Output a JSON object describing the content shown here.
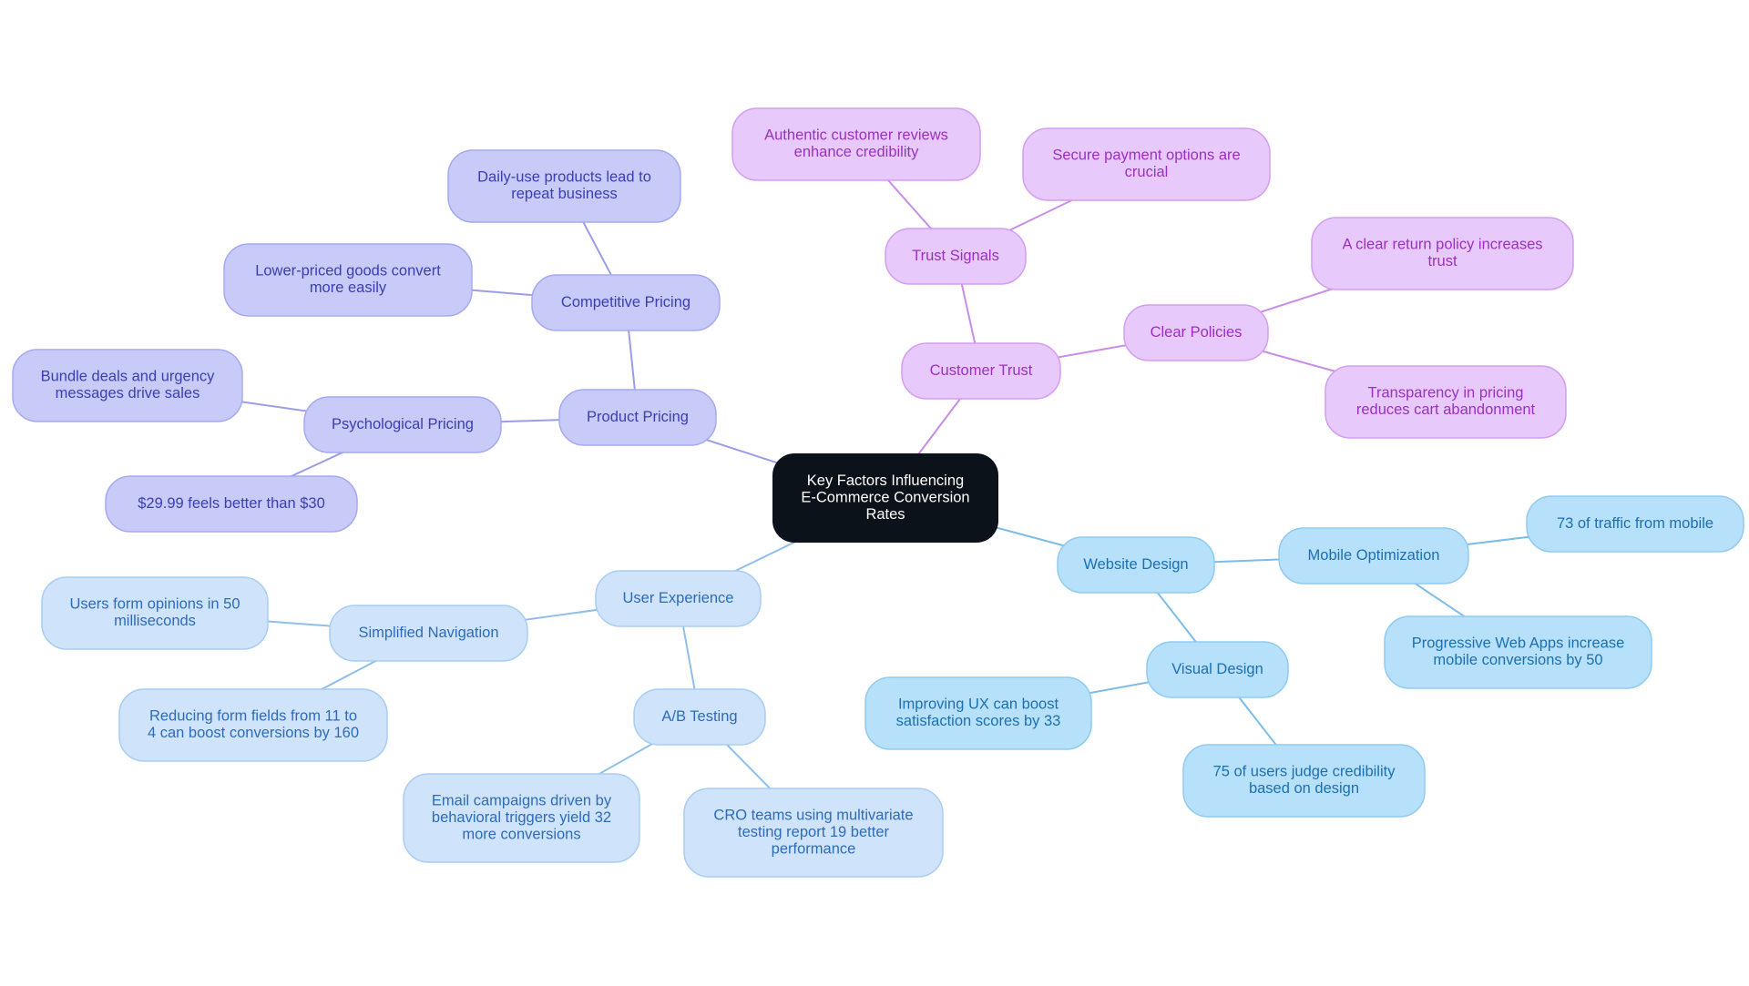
{
  "colors": {
    "root_fill": "#0b1219",
    "root_text": "#ffffff",
    "pricing": {
      "fill": "#c8caf8",
      "stroke": "#a6a9f0",
      "text": "#3b3fb0",
      "edge": "#9a9ee8"
    },
    "trust": {
      "fill": "#e7c9fb",
      "stroke": "#d49df4",
      "text": "#9b30c2",
      "edge": "#c98ce8"
    },
    "ux": {
      "fill": "#cfe3fb",
      "stroke": "#a9cdf3",
      "text": "#2d6cb8",
      "edge": "#8fbfe8"
    },
    "design": {
      "fill": "#b7e0fb",
      "stroke": "#8fcbf1",
      "text": "#1d70b0",
      "edge": "#7bbde8"
    }
  },
  "root": {
    "label": [
      "Key Factors Influencing",
      "E-Commerce Conversion",
      "Rates"
    ]
  },
  "branches": [
    {
      "id": "pricing",
      "label": [
        "Product Pricing"
      ],
      "children": [
        {
          "id": "competitive",
          "label": [
            "Competitive Pricing"
          ],
          "children": [
            {
              "id": "daily",
              "label": [
                "Daily-use products lead to",
                "repeat business"
              ]
            },
            {
              "id": "lower",
              "label": [
                "Lower-priced goods convert",
                "more easily"
              ]
            }
          ]
        },
        {
          "id": "psych",
          "label": [
            "Psychological Pricing"
          ],
          "children": [
            {
              "id": "bundle",
              "label": [
                "Bundle deals and urgency",
                "messages drive sales"
              ]
            },
            {
              "id": "price2999",
              "label": [
                "$29.99 feels better than $30"
              ]
            }
          ]
        }
      ]
    },
    {
      "id": "trust",
      "label": [
        "Customer Trust"
      ],
      "children": [
        {
          "id": "signals",
          "label": [
            "Trust Signals"
          ],
          "children": [
            {
              "id": "reviews",
              "label": [
                "Authentic customer reviews",
                "enhance credibility"
              ]
            },
            {
              "id": "payment",
              "label": [
                "Secure payment options are",
                "crucial"
              ]
            }
          ]
        },
        {
          "id": "policies",
          "label": [
            "Clear Policies"
          ],
          "children": [
            {
              "id": "return",
              "label": [
                "A clear return policy increases",
                "trust"
              ]
            },
            {
              "id": "transparency",
              "label": [
                "Transparency in pricing",
                "reduces cart abandonment"
              ]
            }
          ]
        }
      ]
    },
    {
      "id": "ux",
      "label": [
        "User Experience"
      ],
      "children": [
        {
          "id": "nav",
          "label": [
            "Simplified Navigation"
          ],
          "children": [
            {
              "id": "opinions",
              "label": [
                "Users form opinions in 50",
                "milliseconds"
              ]
            },
            {
              "id": "formfields",
              "label": [
                "Reducing form fields from 11 to",
                "4 can boost conversions by 160"
              ]
            }
          ]
        },
        {
          "id": "ab",
          "label": [
            "A/B Testing"
          ],
          "children": [
            {
              "id": "email",
              "label": [
                "Email campaigns driven by",
                "behavioral triggers yield 32",
                "more conversions"
              ]
            },
            {
              "id": "cro",
              "label": [
                "CRO teams using multivariate",
                "testing report 19 better",
                "performance"
              ]
            }
          ]
        }
      ]
    },
    {
      "id": "design",
      "label": [
        "Website Design"
      ],
      "children": [
        {
          "id": "mobile",
          "label": [
            "Mobile Optimization"
          ],
          "children": [
            {
              "id": "traffic",
              "label": [
                "73 of traffic from mobile"
              ]
            },
            {
              "id": "pwa",
              "label": [
                "Progressive Web Apps increase",
                "mobile conversions by 50"
              ]
            }
          ]
        },
        {
          "id": "visual",
          "label": [
            "Visual Design"
          ],
          "children": [
            {
              "id": "uxboost",
              "label": [
                "Improving UX can boost",
                "satisfaction scores by 33"
              ]
            },
            {
              "id": "credibility",
              "label": [
                "75 of users judge credibility",
                "based on design"
              ]
            }
          ]
        }
      ]
    }
  ]
}
